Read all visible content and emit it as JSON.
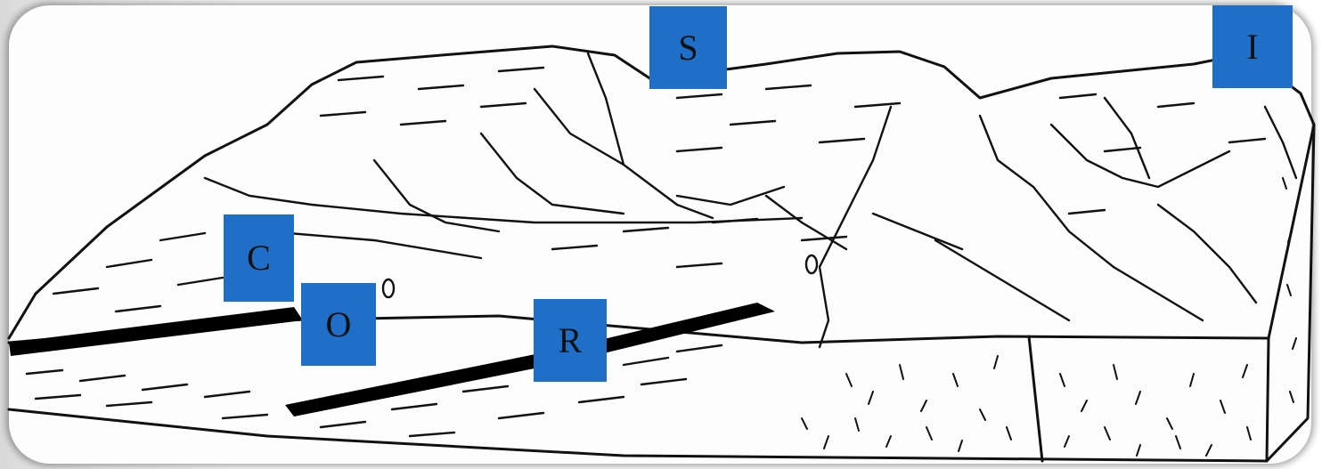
{
  "markers": [
    {
      "id": "S",
      "label": "S"
    },
    {
      "id": "I",
      "label": "I"
    },
    {
      "id": "C",
      "label": "C"
    },
    {
      "id": "O",
      "label": "O"
    },
    {
      "id": "R",
      "label": "R"
    }
  ],
  "colors": {
    "marker_fill": "#1f6fc9",
    "ink": "#111111",
    "strata_band": "#000000"
  }
}
